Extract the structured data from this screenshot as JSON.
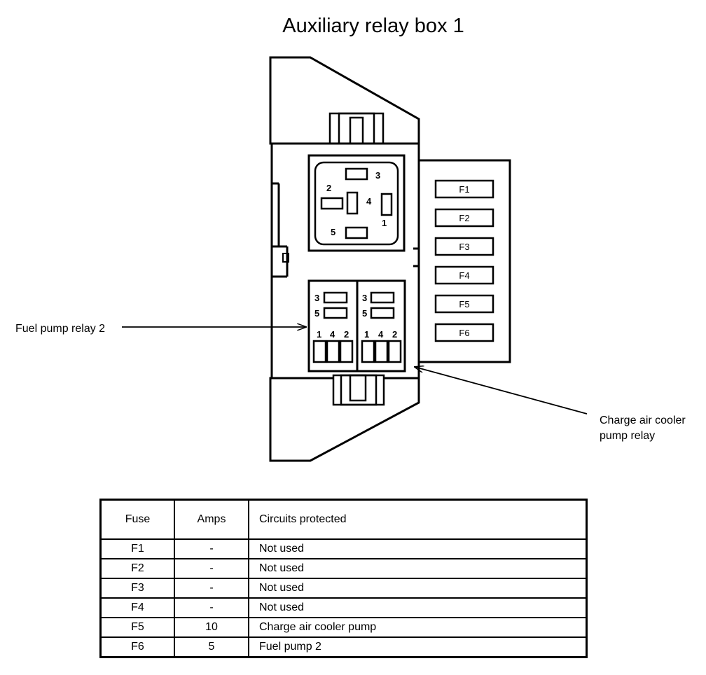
{
  "title": "Auxiliary relay box 1",
  "callouts": {
    "fuel_pump_relay": "Fuel pump relay 2",
    "charge_air_line1": "Charge air cooler",
    "charge_air_line2": "pump relay"
  },
  "main_relay_pins": {
    "p1": "1",
    "p2": "2",
    "p3": "3",
    "p4": "4",
    "p5": "5"
  },
  "small_relay_pins": {
    "p1": "1",
    "p2": "2",
    "p3": "3",
    "p4": "4",
    "p5": "5"
  },
  "fuse_labels": [
    "F1",
    "F2",
    "F3",
    "F4",
    "F5",
    "F6"
  ],
  "table": {
    "headers": {
      "fuse": "Fuse",
      "amps": "Amps",
      "circuits": "Circuits protected"
    },
    "rows": [
      {
        "fuse": "F1",
        "amps": "-",
        "circuits": "Not used"
      },
      {
        "fuse": "F2",
        "amps": "-",
        "circuits": "Not used"
      },
      {
        "fuse": "F3",
        "amps": "-",
        "circuits": "Not used"
      },
      {
        "fuse": "F4",
        "amps": "-",
        "circuits": "Not used"
      },
      {
        "fuse": "F5",
        "amps": "10",
        "circuits": "Charge air cooler pump"
      },
      {
        "fuse": "F6",
        "amps": "5",
        "circuits": "Fuel pump 2"
      }
    ]
  }
}
